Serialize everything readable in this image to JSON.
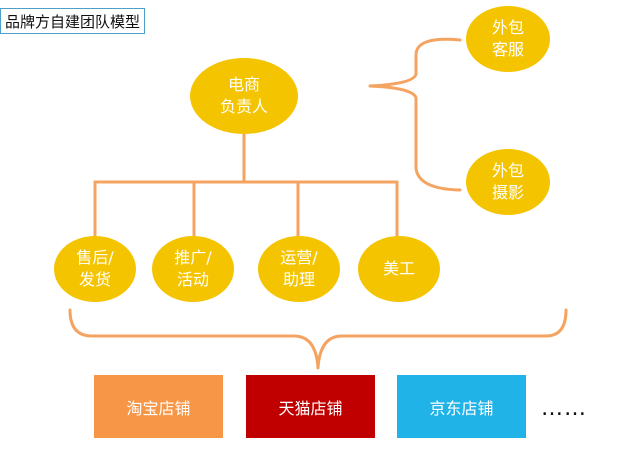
{
  "title": "品牌方自建团队模型",
  "head": "电商\n负责人",
  "outsourced": [
    "外包\n客服",
    "外包\n摄影"
  ],
  "roles": [
    "售后/\n发货",
    "推广/\n活动",
    "运营/\n助理",
    "美工"
  ],
  "stores": [
    {
      "label": "淘宝店铺",
      "color": "#f79646"
    },
    {
      "label": "天猫店铺",
      "color": "#c00000"
    },
    {
      "label": "京东店铺",
      "color": "#1fb3e8"
    }
  ],
  "more": "……",
  "colors": {
    "node": "#f5c400",
    "connector": "#f4a460",
    "title_border": "#4e9fc7"
  }
}
